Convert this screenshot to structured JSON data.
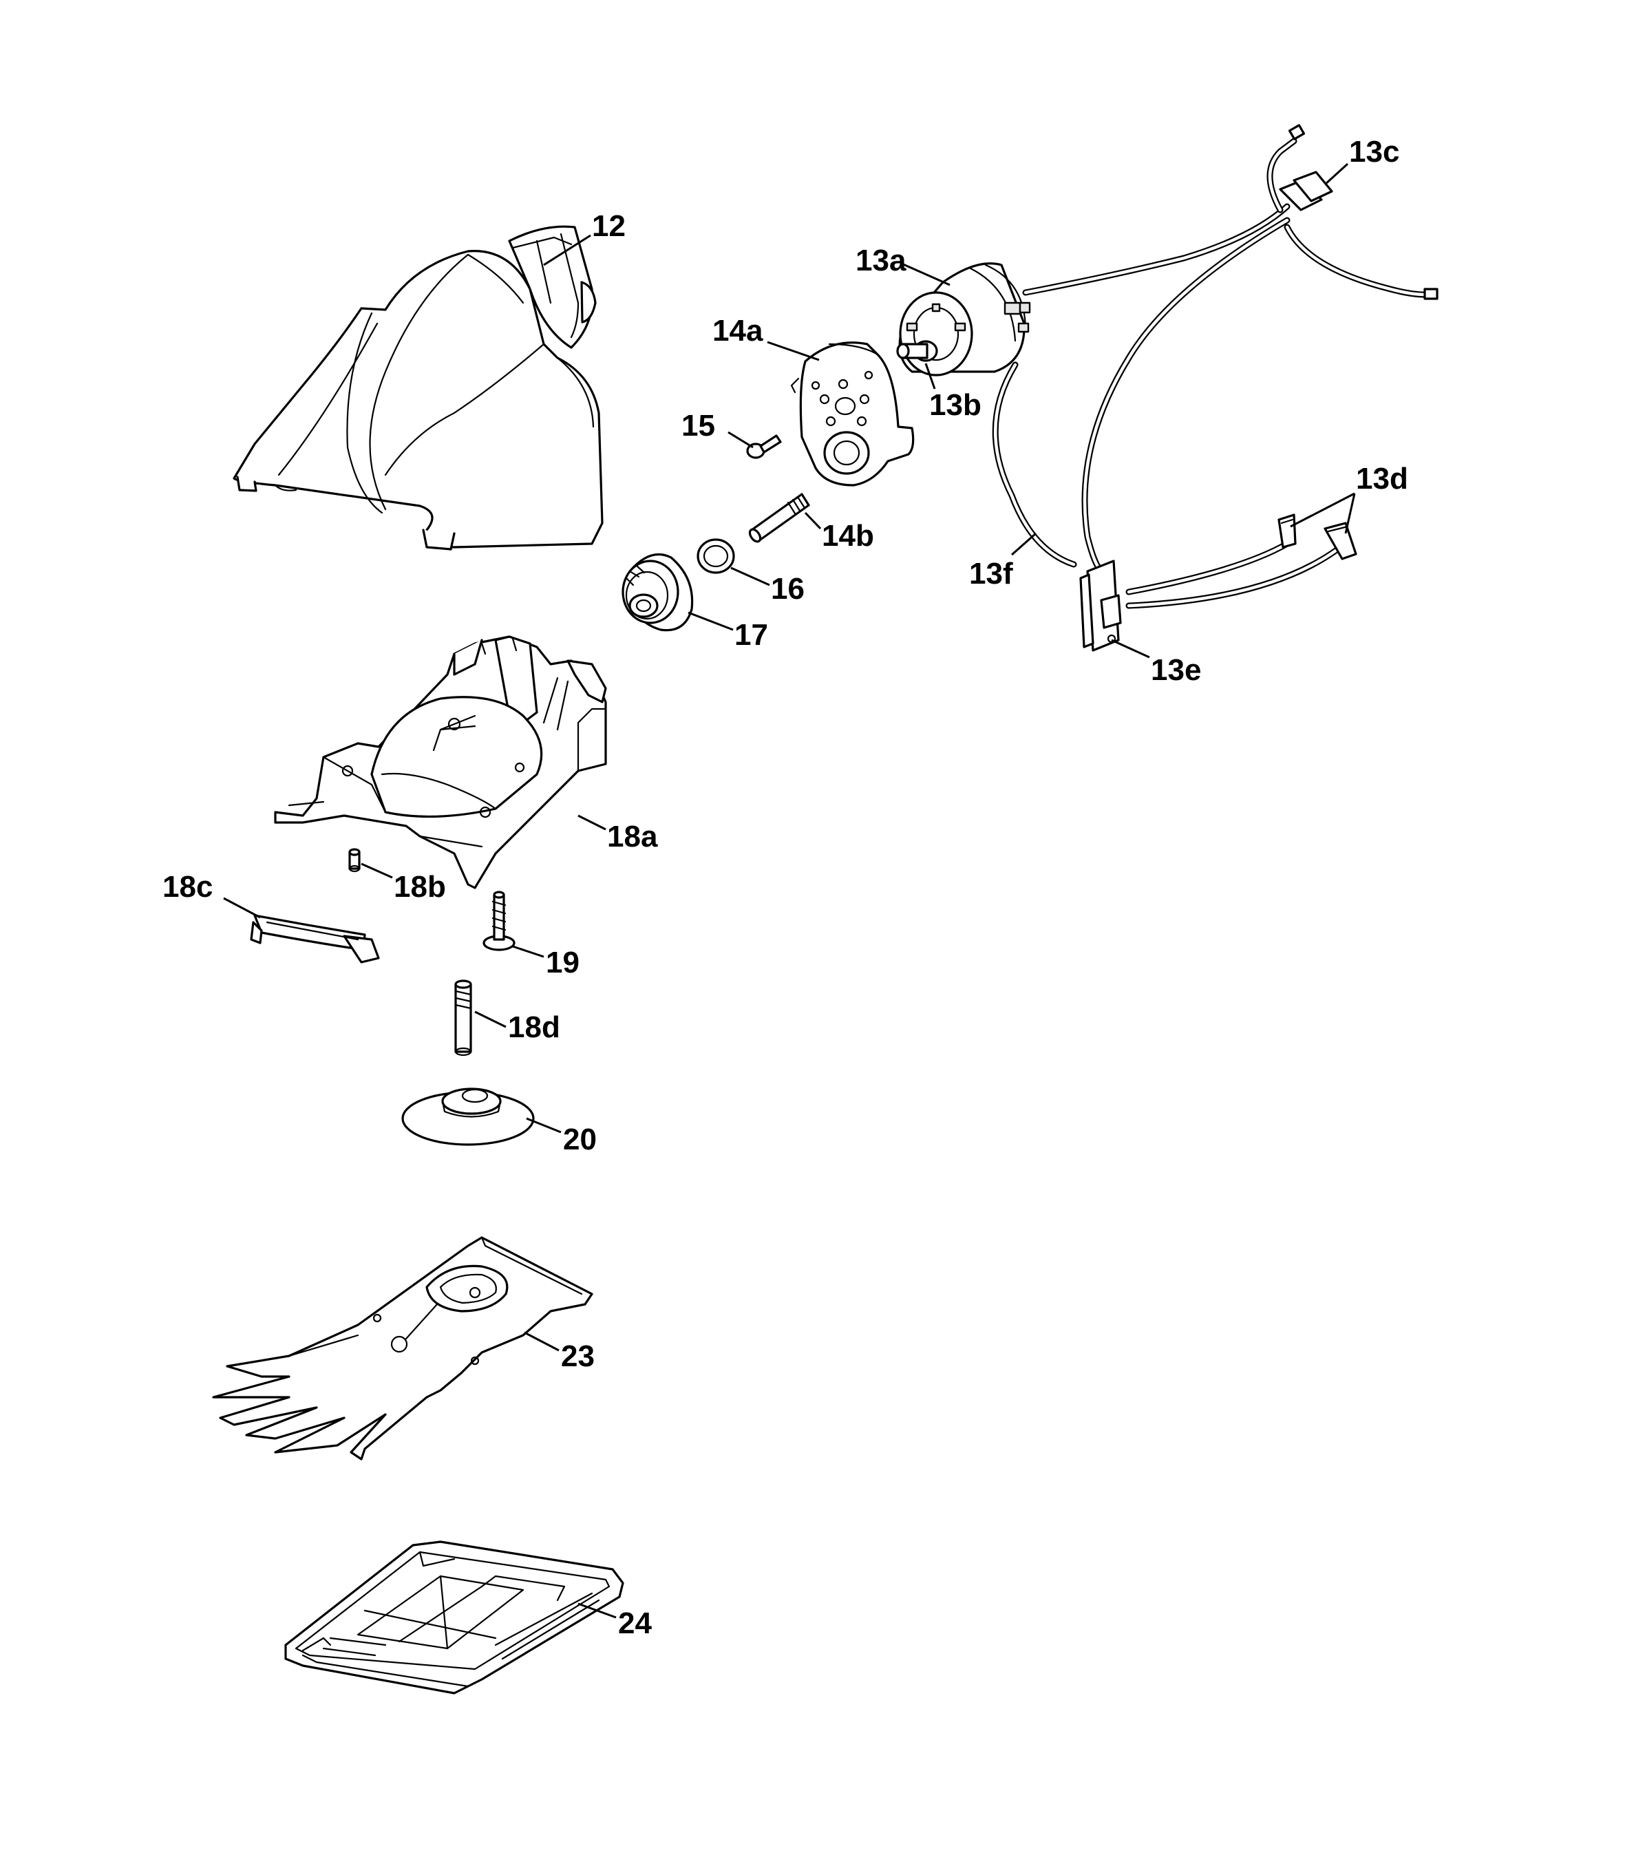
{
  "labels": {
    "l12": "12",
    "l13a": "13a",
    "l13b": "13b",
    "l13c": "13c",
    "l13d": "13d",
    "l13e": "13e",
    "l13f": "13f",
    "l14a": "14a",
    "l14b": "14b",
    "l15": "15",
    "l16": "16",
    "l17": "17",
    "l18a": "18a",
    "l18b": "18b",
    "l18c": "18c",
    "l18d": "18d",
    "l19": "19",
    "l20": "20",
    "l23": "23",
    "l24": "24"
  }
}
